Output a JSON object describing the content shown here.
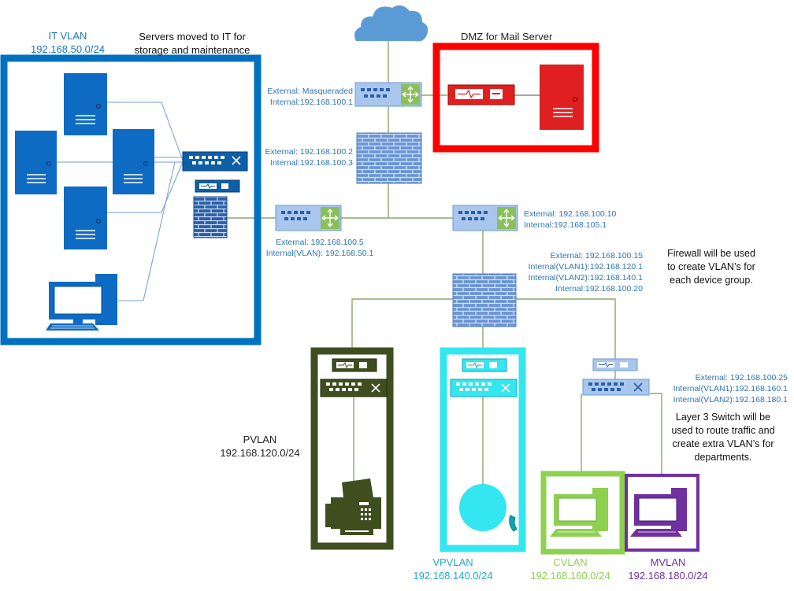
{
  "it_vlan": {
    "name": "IT VLAN",
    "subnet": "192.168.50.0/24"
  },
  "servers_note": {
    "line1": "Servers moved to IT for",
    "line2": "storage and maintenance"
  },
  "dmz": {
    "title": "DMZ for Mail Server"
  },
  "edge_router": {
    "line1": "External: Masqueraded",
    "line2": "Internal:192.168.100.1"
  },
  "main_firewall": {
    "line1": "External: 192.168.100.2",
    "line2": "Internal:192.168.100.3"
  },
  "it_router": {
    "line1": "External: 192.168.100.5",
    "line2": "Internal(VLAN): 192.168.50.1"
  },
  "core_router": {
    "line1": "External: 192.168.100.10",
    "line2": "Internal:192.168.105.1"
  },
  "vlan_firewall": {
    "line1": "External: 192.168.100.15",
    "line2": "Internal(VLAN1):192.168.120.1",
    "line3": "Internal(VLAN2):192.168.140.1",
    "line4": "Internal:192.168.100.20"
  },
  "firewall_note": {
    "line1": "Firewall will be used",
    "line2": "to create VLAN’s for",
    "line3": "each device group."
  },
  "l3_switch": {
    "line1": "External: 192.168.100.25",
    "line2": "Internal(VLAN1):192.168.160.1",
    "line3": "Internal(VLAN2):192.168.180.1"
  },
  "l3_note": {
    "line1": "Layer 3 Switch will be",
    "line2": "used to route traffic and",
    "line3": "create extra VLAN’s for",
    "line4": "departments."
  },
  "pvlan": {
    "name": "PVLAN",
    "subnet": "192.168.120.0/24"
  },
  "vpvlan": {
    "name": "VPVLAN",
    "subnet": "192.168.140.0/24"
  },
  "cvlan": {
    "name": "CVLAN",
    "subnet": "192.168.160.0/24"
  },
  "mvlan": {
    "name": "MVLAN",
    "subnet": "192.168.180.0/24"
  },
  "colors": {
    "it_blue": "#0070c0",
    "dmz_red": "#ff0000",
    "pvlan_olive": "#3f4e1f",
    "vpvlan_cyan": "#33e6f0",
    "cvlan_green": "#8ed14f",
    "mvlan_purple": "#7030a0",
    "link_green": "#8aa86a",
    "label_blue": "#2e75b6"
  }
}
